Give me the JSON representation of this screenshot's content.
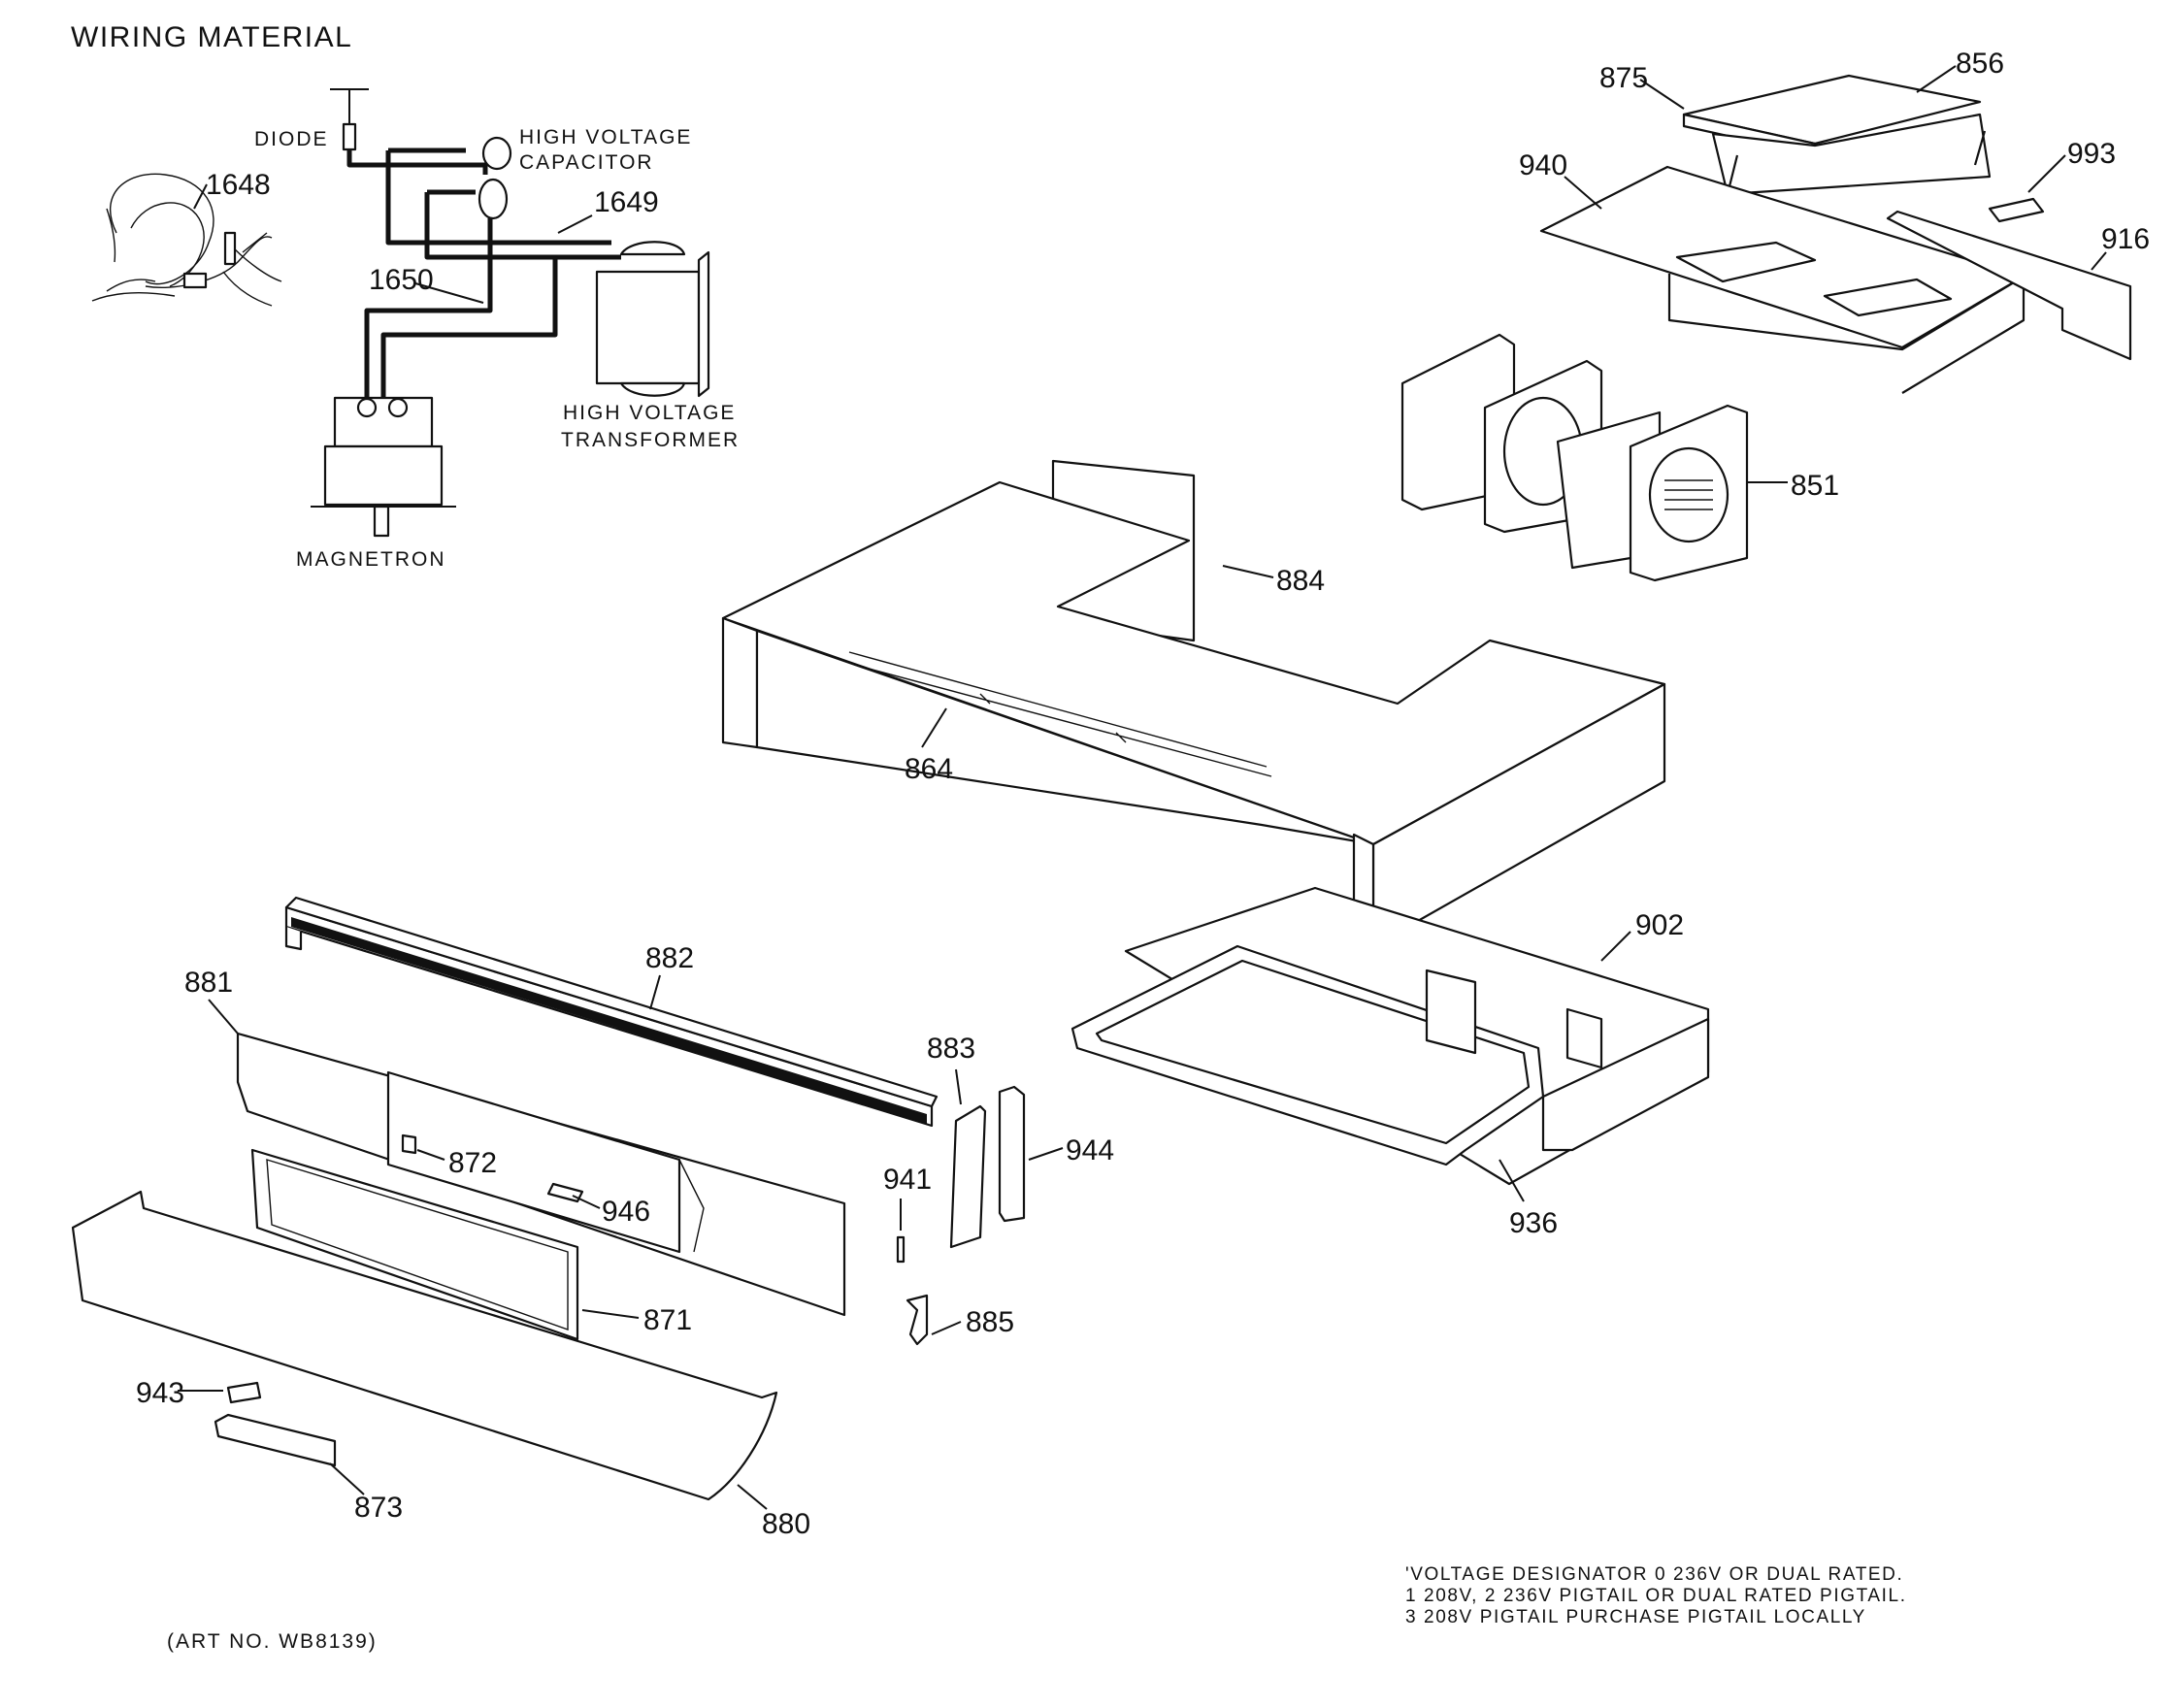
{
  "title": "WIRING MATERIAL",
  "wiring_labels": {
    "diode": "DIODE",
    "capacitor_line1": "HIGH VOLTAGE",
    "capacitor_line2": "CAPACITOR",
    "transformer_line1": "HIGH VOLTAGE",
    "transformer_line2": "TRANSFORMER",
    "magnetron": "MAGNETRON"
  },
  "wiring_parts": [
    "1648",
    "1649",
    "1650"
  ],
  "parts": [
    "875",
    "856",
    "940",
    "993",
    "916",
    "851",
    "884",
    "864",
    "902",
    "936",
    "882",
    "881",
    "883",
    "944",
    "872",
    "946",
    "941",
    "871",
    "885",
    "943",
    "873",
    "880"
  ],
  "footnote": [
    "'VOLTAGE DESIGNATOR 0  236V OR DUAL RATED.",
    "1  208V, 2  236V  PIGTAIL OR DUAL RATED PIGTAIL.",
    "3  208V  PIGTAIL  PURCHASE PIGTAIL LOCALLY"
  ],
  "art_number": "(ART NO. WB8139)"
}
